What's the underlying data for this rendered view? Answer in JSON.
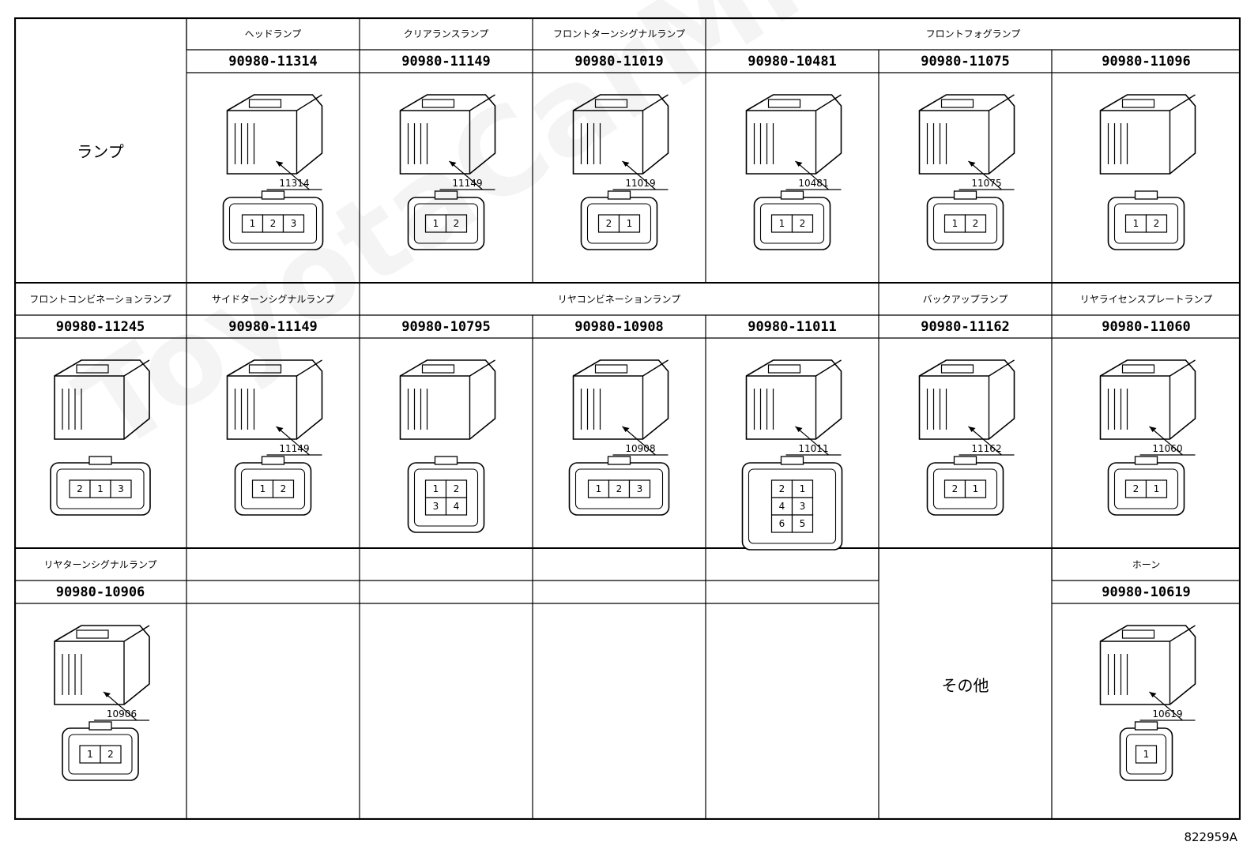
{
  "category_lamp": "ランプ",
  "category_other": "その他",
  "figure_id": "822959A",
  "watermark": "ToyotaCarMine.ru",
  "rows": [
    {
      "groups": [
        {
          "label": "ヘッドランプ",
          "span": [
            1,
            1
          ]
        },
        {
          "label": "クリアランスランプ",
          "span": [
            2,
            2
          ]
        },
        {
          "label": "フロントターンシグナルランプ",
          "span": [
            3,
            3
          ]
        },
        {
          "label": "フロントフォグランプ",
          "span": [
            4,
            6
          ]
        }
      ],
      "parts": [
        {
          "col": 1,
          "pn": "90980-11314",
          "callout": "11314",
          "pins": [
            "1",
            "2",
            "3"
          ]
        },
        {
          "col": 2,
          "pn": "90980-11149",
          "callout": "11149",
          "pins": [
            "1",
            "2"
          ]
        },
        {
          "col": 3,
          "pn": "90980-11019",
          "callout": "11019",
          "pins": [
            "2",
            "1"
          ]
        },
        {
          "col": 4,
          "pn": "90980-10481",
          "callout": "10481",
          "pins": [
            "1",
            "2"
          ]
        },
        {
          "col": 5,
          "pn": "90980-11075",
          "callout": "11075",
          "pins": [
            "1",
            "2"
          ]
        },
        {
          "col": 6,
          "pn": "90980-11096",
          "callout": "",
          "pins": [
            "1",
            "2"
          ]
        }
      ]
    },
    {
      "groups": [
        {
          "label": "フロントコンビネーションランプ",
          "span": [
            0,
            0
          ]
        },
        {
          "label": "サイドターンシグナルランプ",
          "span": [
            1,
            1
          ]
        },
        {
          "label": "リヤコンビネーションランプ",
          "span": [
            2,
            4
          ]
        },
        {
          "label": "バックアップランプ",
          "span": [
            5,
            5
          ]
        },
        {
          "label": "リヤライセンスプレートランプ",
          "span": [
            6,
            6
          ]
        }
      ],
      "parts": [
        {
          "col": 0,
          "pn": "90980-11245",
          "callout": "",
          "pins": [
            "2",
            "1",
            "3"
          ]
        },
        {
          "col": 1,
          "pn": "90980-11149",
          "callout": "11149",
          "pins": [
            "1",
            "2"
          ]
        },
        {
          "col": 2,
          "pn": "90980-10795",
          "callout": "",
          "pins": [
            "1",
            "2",
            "3",
            "4"
          ]
        },
        {
          "col": 3,
          "pn": "90980-10908",
          "callout": "10908",
          "pins": [
            "1",
            "2",
            "3"
          ]
        },
        {
          "col": 4,
          "pn": "90980-11011",
          "callout": "11011",
          "pins": [
            "2",
            "1",
            "4",
            "3",
            "6",
            "5"
          ]
        },
        {
          "col": 5,
          "pn": "90980-11162",
          "callout": "11162",
          "pins": [
            "2",
            "1"
          ]
        },
        {
          "col": 6,
          "pn": "90980-11060",
          "callout": "11060",
          "pins": [
            "2",
            "1"
          ]
        }
      ]
    },
    {
      "groups": [
        {
          "label": "リヤターンシグナルランプ",
          "span": [
            0,
            0
          ]
        },
        {
          "label": "ホーン",
          "span": [
            6,
            6
          ]
        }
      ],
      "parts": [
        {
          "col": 0,
          "pn": "90980-10906",
          "callout": "10906",
          "pins": [
            "1",
            "2"
          ]
        },
        {
          "col": 6,
          "pn": "90980-10619",
          "callout": "10619",
          "pins": [
            "1"
          ]
        }
      ]
    }
  ]
}
